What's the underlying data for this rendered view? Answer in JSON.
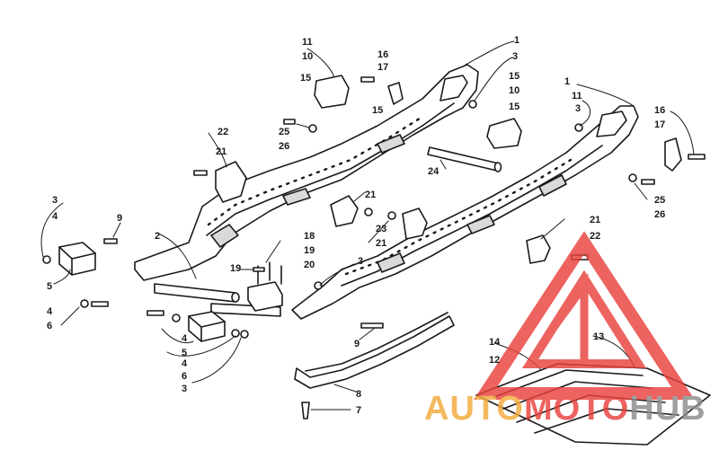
{
  "callouts": [
    {
      "id": "c1a",
      "text": "1"
    },
    {
      "id": "c3a",
      "text": "3"
    },
    {
      "id": "c11a",
      "text": "11"
    },
    {
      "id": "c10a",
      "text": "10"
    },
    {
      "id": "c16a",
      "text": "16"
    },
    {
      "id": "c17a",
      "text": "17"
    },
    {
      "id": "c15a",
      "text": "15"
    },
    {
      "id": "c15b",
      "text": "15"
    },
    {
      "id": "c15c",
      "text": "15"
    },
    {
      "id": "c10b",
      "text": "10"
    },
    {
      "id": "c15d",
      "text": "15"
    },
    {
      "id": "c1b",
      "text": "1"
    },
    {
      "id": "c11b",
      "text": "11"
    },
    {
      "id": "c3b",
      "text": "3"
    },
    {
      "id": "c16b",
      "text": "16"
    },
    {
      "id": "c17b",
      "text": "17"
    },
    {
      "id": "c22a",
      "text": "22"
    },
    {
      "id": "c21a",
      "text": "21"
    },
    {
      "id": "c25a",
      "text": "25"
    },
    {
      "id": "c26a",
      "text": "26"
    },
    {
      "id": "c24",
      "text": "24"
    },
    {
      "id": "c21b",
      "text": "21"
    },
    {
      "id": "c25b",
      "text": "25"
    },
    {
      "id": "c26b",
      "text": "26"
    },
    {
      "id": "c3c",
      "text": "3"
    },
    {
      "id": "c4a",
      "text": "4"
    },
    {
      "id": "c9a",
      "text": "9"
    },
    {
      "id": "c2",
      "text": "2"
    },
    {
      "id": "c23",
      "text": "23"
    },
    {
      "id": "c21c",
      "text": "21"
    },
    {
      "id": "c21d",
      "text": "21"
    },
    {
      "id": "c22b",
      "text": "22"
    },
    {
      "id": "c18",
      "text": "18"
    },
    {
      "id": "c19a",
      "text": "19"
    },
    {
      "id": "c19b",
      "text": "19"
    },
    {
      "id": "c20",
      "text": "20"
    },
    {
      "id": "c3d",
      "text": "3"
    },
    {
      "id": "c5a",
      "text": "5"
    },
    {
      "id": "c4b",
      "text": "4"
    },
    {
      "id": "c6a",
      "text": "6"
    },
    {
      "id": "c4c",
      "text": "4"
    },
    {
      "id": "c5b",
      "text": "5"
    },
    {
      "id": "c4d",
      "text": "4"
    },
    {
      "id": "c6b",
      "text": "6"
    },
    {
      "id": "c3e",
      "text": "3"
    },
    {
      "id": "c9b",
      "text": "9"
    },
    {
      "id": "c14",
      "text": "14"
    },
    {
      "id": "c12",
      "text": "12"
    },
    {
      "id": "c13",
      "text": "13"
    },
    {
      "id": "c8",
      "text": "8"
    },
    {
      "id": "c7",
      "text": "7"
    }
  ],
  "watermark": {
    "part_a": "AUTO",
    "part_b": "MOTO",
    "part_c": "HUB",
    "colors": {
      "orange": "#f2a93b",
      "red": "#e8413c",
      "grey": "#8c8c8c"
    }
  }
}
